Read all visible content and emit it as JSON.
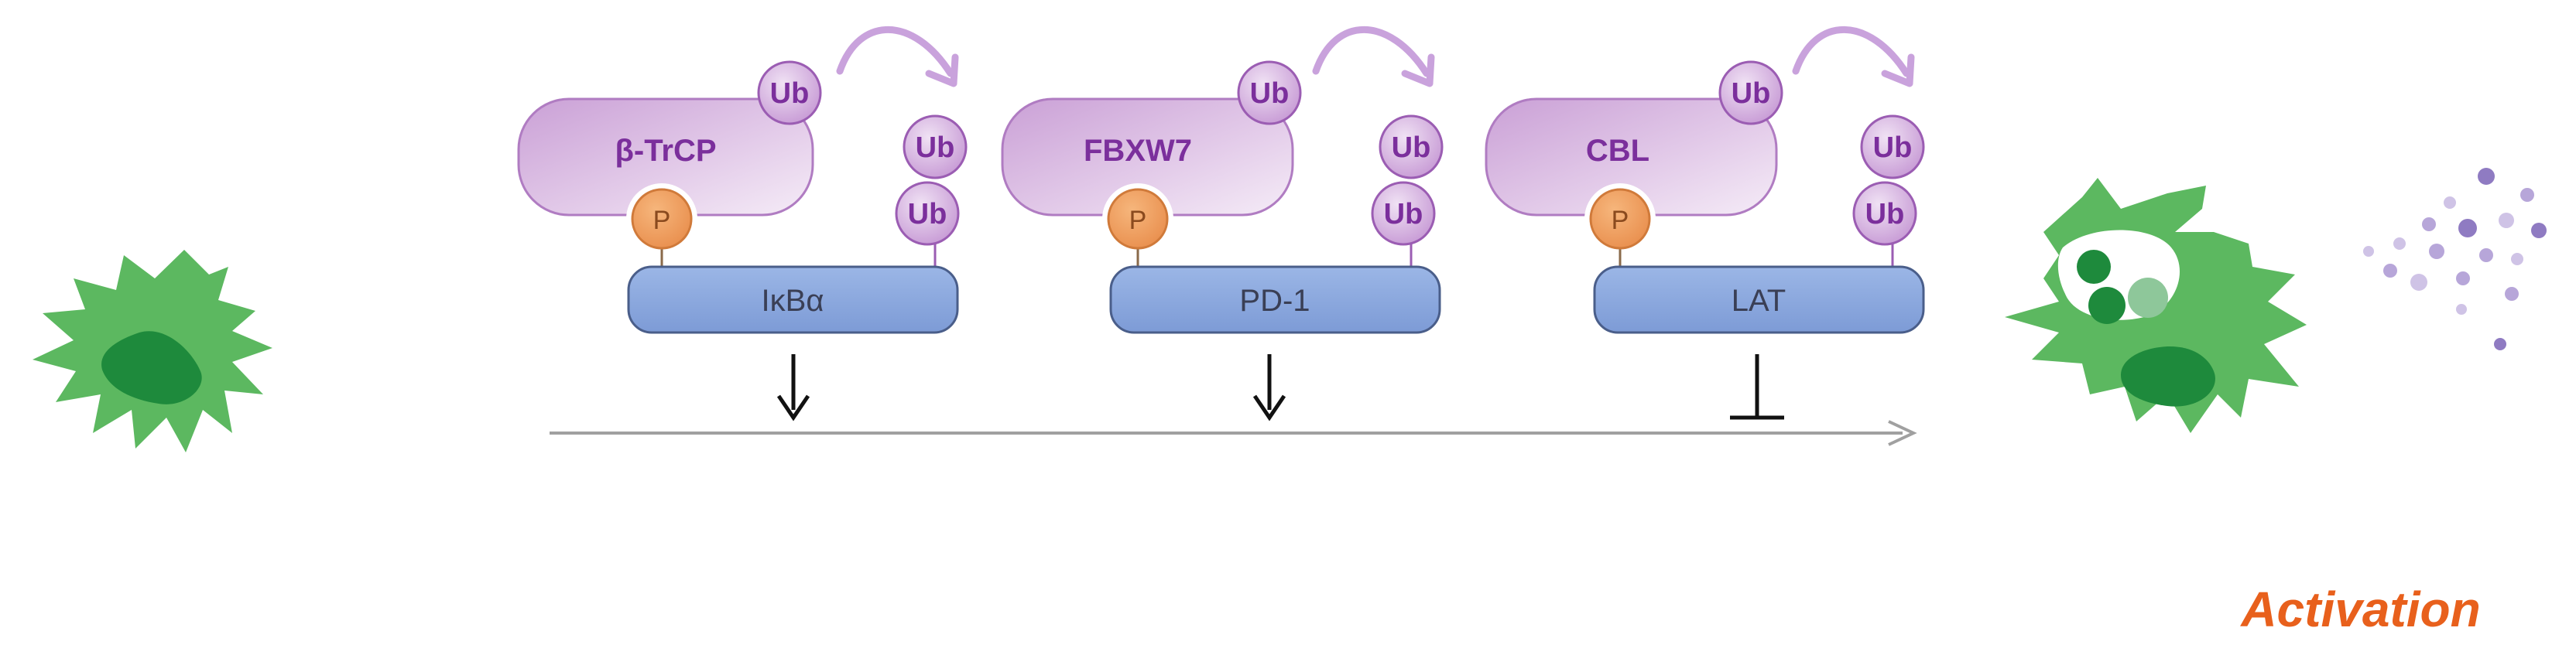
{
  "modules": [
    {
      "ligase": "β-TrCP",
      "phospho": "P",
      "ub_ligase": "Ub",
      "ub_chain": [
        "Ub",
        "Ub"
      ],
      "substrate": "IκBα",
      "effect": "promote"
    },
    {
      "ligase": "FBXW7",
      "phospho": "P",
      "ub_ligase": "Ub",
      "ub_chain": [
        "Ub",
        "Ub"
      ],
      "substrate": "PD-1",
      "effect": "promote"
    },
    {
      "ligase": "CBL",
      "phospho": "P",
      "ub_ligase": "Ub",
      "ub_chain": [
        "Ub",
        "Ub"
      ],
      "substrate": "LAT",
      "effect": "inhibit"
    }
  ],
  "outcome": {
    "label": "Activation"
  },
  "colors": {
    "cell": "#5cb860",
    "nucleus": "#1e8a3c",
    "ligase": "#d4a9dc",
    "ub": "#c99ad6",
    "phospho": "#f0a060",
    "substrate": "#8eaadf",
    "arrow": "#9b9b9b",
    "accent": "#e8601c"
  }
}
